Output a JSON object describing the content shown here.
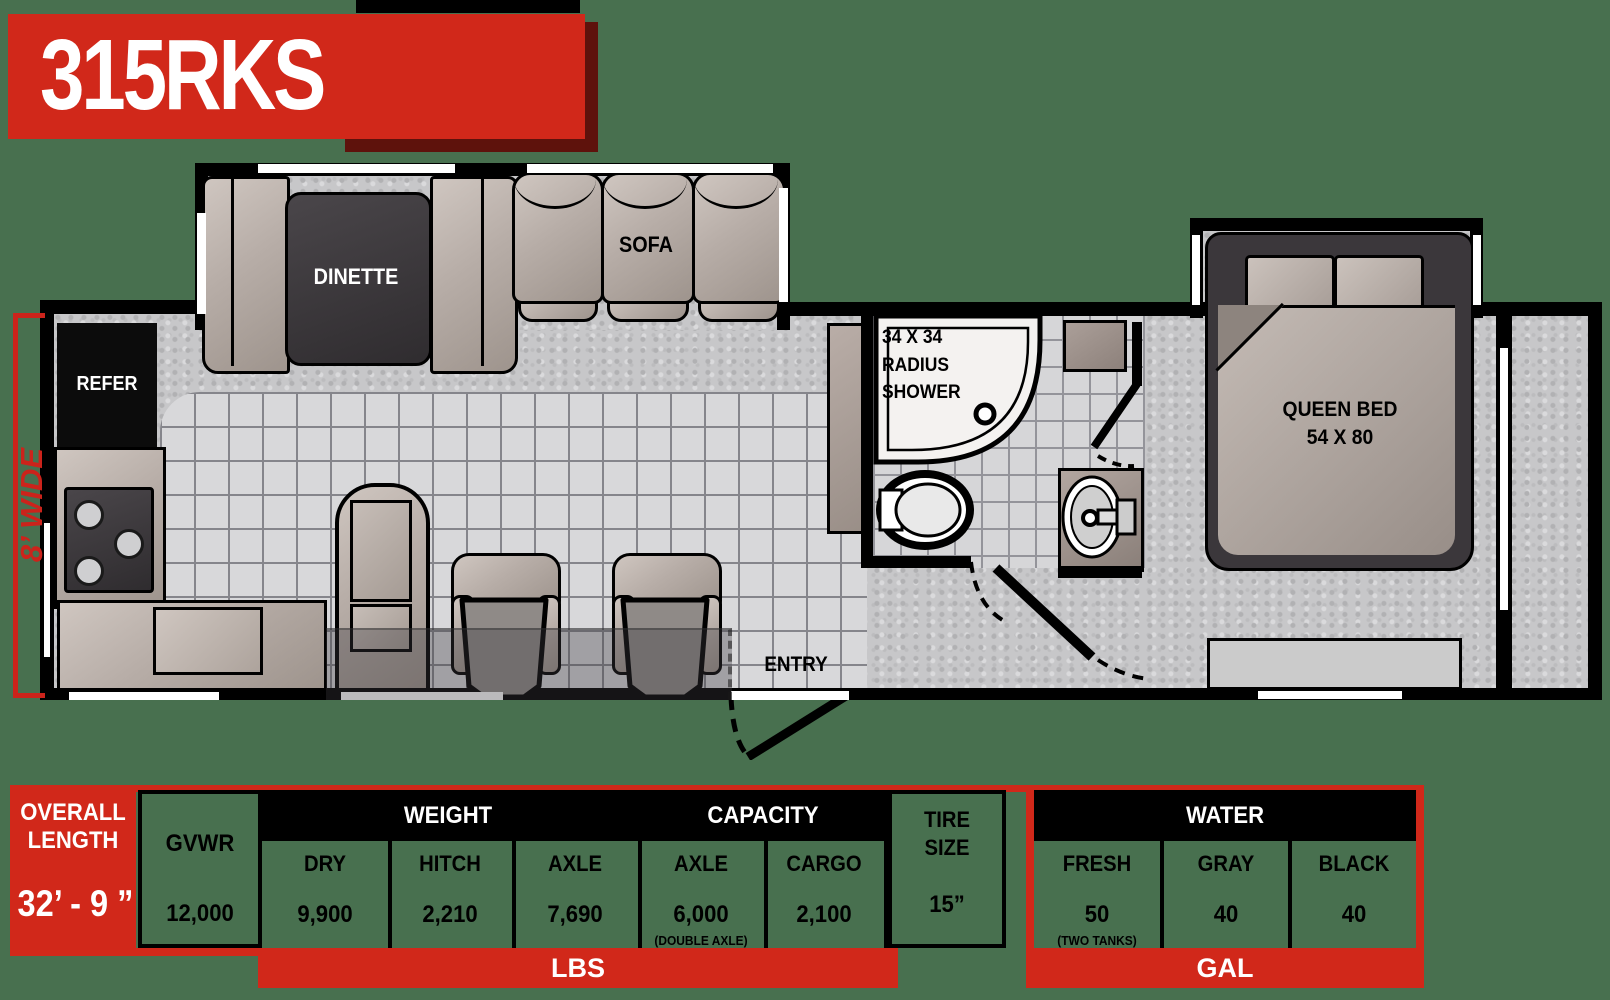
{
  "colors": {
    "background_green": "#48704f",
    "accent_red": "#d1281a",
    "shadow_red": "#5e120c",
    "wall_black": "#000000"
  },
  "banner": {
    "title": "315RKS"
  },
  "dimensions": {
    "width_label": "8’ WIDE"
  },
  "floorplan": {
    "dinette": "DINETTE",
    "sofa": "SOFA",
    "refer": "REFER",
    "shower_line1": "34 X 34",
    "shower_line2": "RADIUS",
    "shower_line3": "SHOWER",
    "entry": "ENTRY",
    "queen_bed_line1": "QUEEN BED",
    "queen_bed_line2": "54 X 80"
  },
  "spec_table": {
    "overall_length": {
      "label_line1": "OVERALL",
      "label_line2": "LENGTH",
      "value": "32’ - 9 ”"
    },
    "gvwr": {
      "label": "GVWR",
      "value": "12,000"
    },
    "weight": {
      "header": "WEIGHT",
      "dry_label": "DRY",
      "dry_value": "9,900",
      "hitch_label": "HITCH",
      "hitch_value": "2,210",
      "axle_label": "AXLE",
      "axle_value": "7,690"
    },
    "capacity": {
      "header": "CAPACITY",
      "axle_label": "AXLE",
      "axle_value": "6,000",
      "axle_note": "(DOUBLE AXLE)",
      "cargo_label": "CARGO",
      "cargo_value": "2,100"
    },
    "tire_size": {
      "label_line1": "TIRE",
      "label_line2": "SIZE",
      "value": "15”"
    },
    "water": {
      "header": "WATER",
      "fresh_label": "FRESH",
      "fresh_value": "50",
      "fresh_note": "(TWO TANKS)",
      "gray_label": "GRAY",
      "gray_value": "40",
      "black_label": "BLACK",
      "black_value": "40"
    },
    "units": {
      "weight_unit": "LBS",
      "water_unit": "GAL"
    }
  }
}
